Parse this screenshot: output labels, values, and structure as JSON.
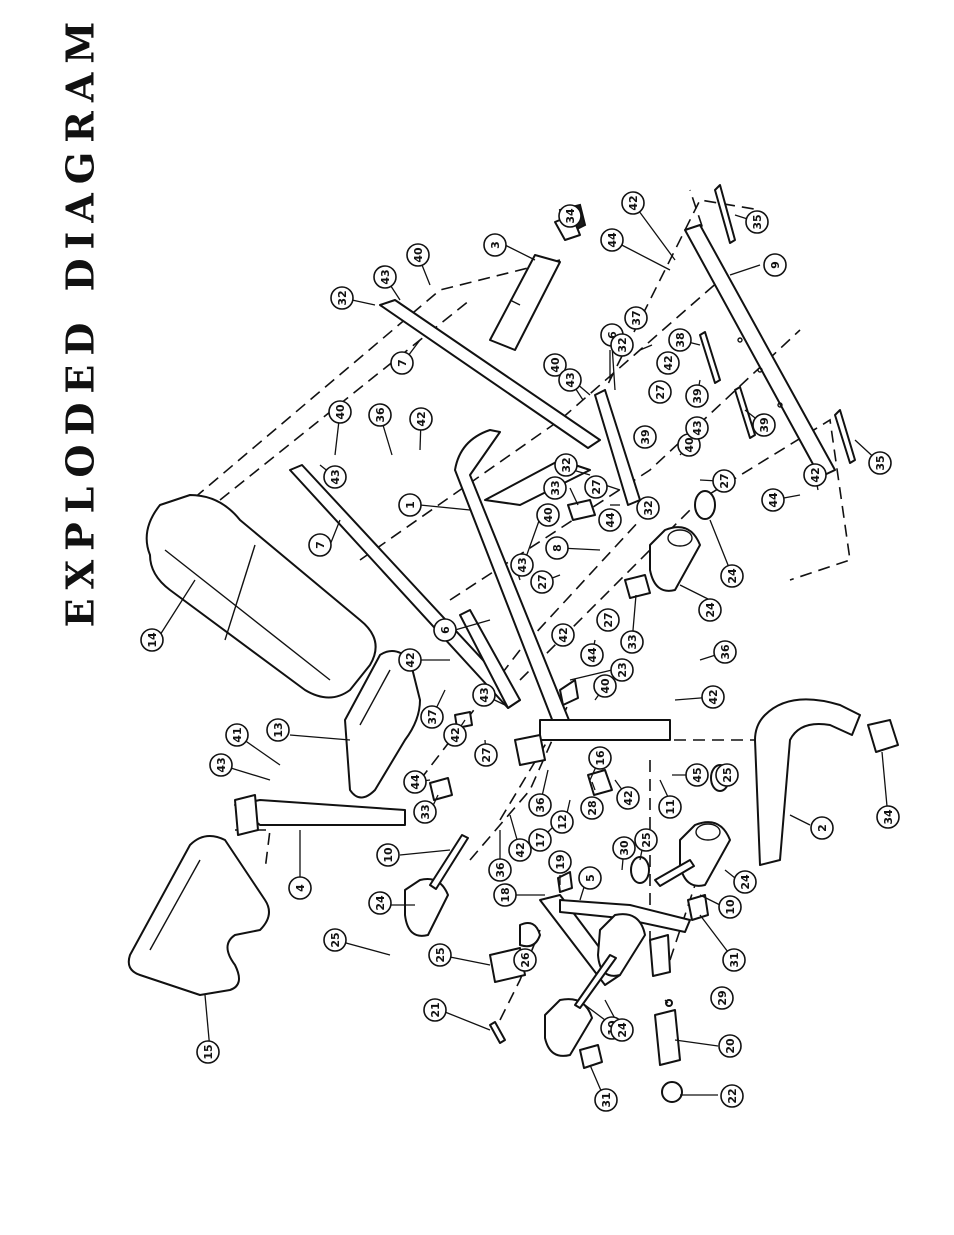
{
  "page": {
    "title": "EXPLODED DIAGRAM"
  },
  "callouts": [
    {
      "label": "1"
    },
    {
      "label": "2"
    },
    {
      "label": "3"
    },
    {
      "label": "4"
    },
    {
      "label": "5"
    },
    {
      "label": "6"
    },
    {
      "label": "6"
    },
    {
      "label": "7"
    },
    {
      "label": "7"
    },
    {
      "label": "8"
    },
    {
      "label": "9"
    },
    {
      "label": "10"
    },
    {
      "label": "10"
    },
    {
      "label": "10"
    },
    {
      "label": "11"
    },
    {
      "label": "12"
    },
    {
      "label": "13"
    },
    {
      "label": "14"
    },
    {
      "label": "15"
    },
    {
      "label": "16"
    },
    {
      "label": "17"
    },
    {
      "label": "18"
    },
    {
      "label": "19"
    },
    {
      "label": "20"
    },
    {
      "label": "21"
    },
    {
      "label": "22"
    },
    {
      "label": "23"
    },
    {
      "label": "24"
    },
    {
      "label": "24"
    },
    {
      "label": "24"
    },
    {
      "label": "24"
    },
    {
      "label": "24"
    },
    {
      "label": "25"
    },
    {
      "label": "25"
    },
    {
      "label": "25"
    },
    {
      "label": "25"
    },
    {
      "label": "26"
    },
    {
      "label": "27"
    },
    {
      "label": "27"
    },
    {
      "label": "27"
    },
    {
      "label": "27"
    },
    {
      "label": "27"
    },
    {
      "label": "27"
    },
    {
      "label": "28"
    },
    {
      "label": "29"
    },
    {
      "label": "30"
    },
    {
      "label": "31"
    },
    {
      "label": "31"
    },
    {
      "label": "32"
    },
    {
      "label": "32"
    },
    {
      "label": "32"
    },
    {
      "label": "32"
    },
    {
      "label": "33"
    },
    {
      "label": "33"
    },
    {
      "label": "33"
    },
    {
      "label": "34"
    },
    {
      "label": "34"
    },
    {
      "label": "35"
    },
    {
      "label": "35"
    },
    {
      "label": "36"
    },
    {
      "label": "36"
    },
    {
      "label": "36"
    },
    {
      "label": "36"
    },
    {
      "label": "37"
    },
    {
      "label": "37"
    },
    {
      "label": "38"
    },
    {
      "label": "39"
    },
    {
      "label": "39"
    },
    {
      "label": "39"
    },
    {
      "label": "40"
    },
    {
      "label": "40"
    },
    {
      "label": "40"
    },
    {
      "label": "40"
    },
    {
      "label": "40"
    },
    {
      "label": "40"
    },
    {
      "label": "41"
    },
    {
      "label": "42"
    },
    {
      "label": "42"
    },
    {
      "label": "42"
    },
    {
      "label": "42"
    },
    {
      "label": "42"
    },
    {
      "label": "42"
    },
    {
      "label": "42"
    },
    {
      "label": "42"
    },
    {
      "label": "42"
    },
    {
      "label": "42"
    },
    {
      "label": "43"
    },
    {
      "label": "43"
    },
    {
      "label": "43"
    },
    {
      "label": "43"
    },
    {
      "label": "43"
    },
    {
      "label": "43"
    },
    {
      "label": "43"
    },
    {
      "label": "44"
    },
    {
      "label": "44"
    },
    {
      "label": "44"
    },
    {
      "label": "44"
    },
    {
      "label": "44"
    },
    {
      "label": "45"
    }
  ]
}
